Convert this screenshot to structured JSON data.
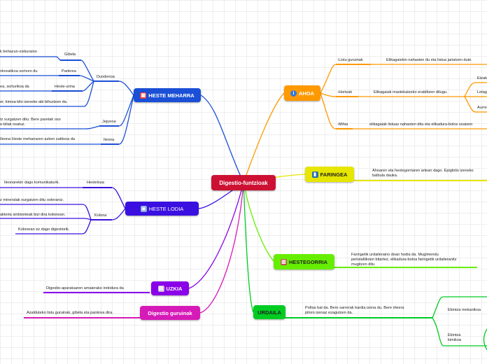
{
  "root": {
    "label": "Digestio-funtzioak"
  },
  "branches": {
    "heste_meharra": {
      "label": "HESTE MEHARRA",
      "icon": "calendar-icon",
      "color": "#1a4fd6"
    },
    "heste_lodia": {
      "label": "HESTE LODIA",
      "icon": "picture-icon",
      "color": "#3a10e0"
    },
    "uzkia": {
      "label": "UZKIA",
      "icon": "folder-icon",
      "color": "#8a00e8"
    },
    "digestio_guruinak": {
      "label": "Digestio guruinak",
      "color": "#d61ab8"
    },
    "ahoa": {
      "label": "AHOA",
      "icon": "info-icon",
      "color": "#ff9900"
    },
    "faringea": {
      "label": "FARINGEA",
      "icon": "book-icon",
      "color": "#e6e600"
    },
    "hestegorria": {
      "label": "HESTEGORRIA",
      "icon": "books-icon",
      "color": "#66ee00"
    },
    "urdaila": {
      "label": "URDAILA",
      "color": "#00cc22"
    }
  },
  "texts": {
    "gibela": "Gibela",
    "gibela_desc": "k behazun-xixkuraino",
    "pankrea": "Pankrea",
    "pankrea_desc": "nkreatikoa sortzen du",
    "duodenoa": "Duodenoa",
    "heste_urina": "Heste-urina",
    "heste_urina_desc": "ea, sorturikoa da",
    "kimoa_desc": "er, kimoa kilo izeneko abi bihurtzen da.",
    "jejunoa": "Jejunoa",
    "jejunoa_desc": "tz xurgatzen ditu. Bere paretak oso\ne-bilak osatuz.",
    "ileona": "Ileona",
    "ileona_desc": "Ileona Heste meharraren azken zatitxoa da",
    "hestelsua": "Hestelsua",
    "hestelsua_desc": "Ileonarekin dago komunikaturik.",
    "kolona": "Kolona",
    "kolona_desc1": "z mineralak xurgatzen ditu ooleraniz.",
    "kolona_desc2": "akteria sinbionteak bizi dira kolonean.",
    "kolona_desc3": "Kolonean ez dago digestiorik.",
    "uzkia_desc": "Digestio-aparatuaren amaierako irekidura da",
    "guruinak_desc": "Azalduteko listu guruinak, gibela eta pankrea dira.",
    "listu": "-Listu guruinak",
    "listu_desc": "Elikagaiekin nahasten du eta listua jariatzen dute.",
    "hortzak": "-Hortzak",
    "hortzak_desc": "Elikagaiak mastekatzeko erabiltzen ditugu.",
    "etzak": "Etzak",
    "letaginak": "Letag",
    "aurreak": "Aurre",
    "mihia": "-Mihia",
    "mihia_desc": "elikagaiak listuaz nahasten ditu eta elikadura-bolos osatzen",
    "faringea_desc": "Ahoaren eta hestegorriaren artean dago. Epiglotis izeneko\nbalbula dauka.",
    "hestegorria_desc": "Faringetik urdaileraino doan hodia da. Mugimendu\nperistaltikoen bitartez, elikadura-boloa faringetik urdaileranitz\nmugitzen ditu",
    "urdaila_desc": "Poltsa bat da. Bere sarrerak kardia izena du. Bere irteera\npiloro izenaz ezagutzen da.",
    "mekanikoa": "Ekintza mekanikoa",
    "kimikoa": "Ekintza\nkimikoa"
  }
}
